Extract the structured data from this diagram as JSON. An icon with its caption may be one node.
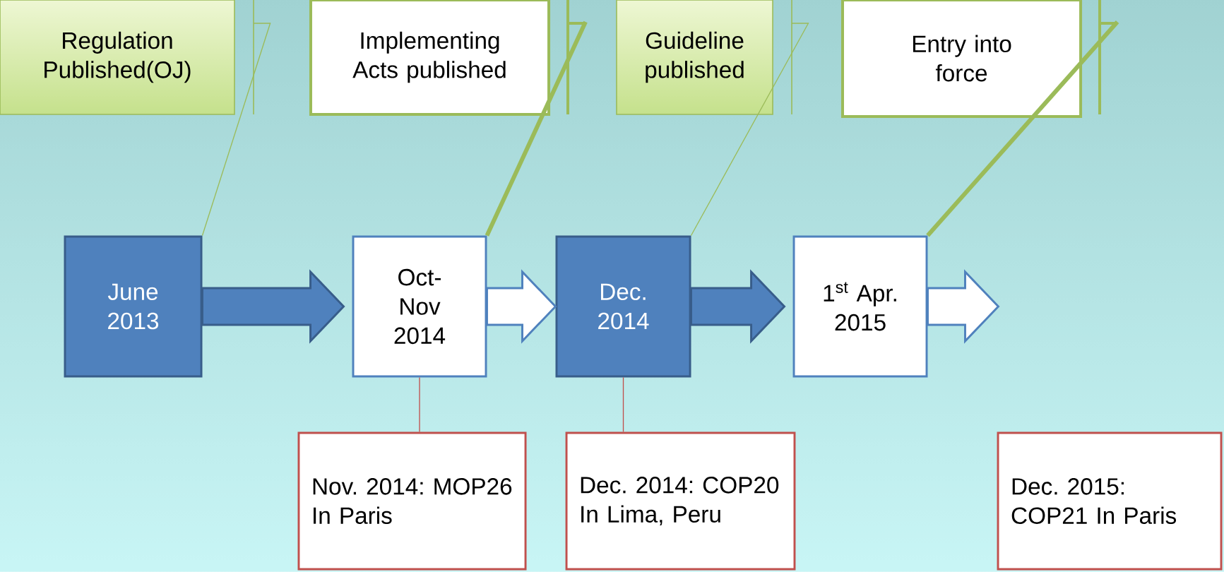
{
  "diagram": {
    "nodes": [
      {
        "text": [
          "Regulation Published(OJ)"
        ]
      },
      {
        "text": [
          "Implementing Acts published"
        ]
      },
      {
        "text": [
          "Guideline published"
        ]
      },
      {
        "text": [
          "Entry into force"
        ]
      },
      {
        "text": [
          "June 2013"
        ]
      },
      {
        "text": [
          "Oct- Nov 2014"
        ]
      },
      {
        "text": [
          "Dec. 2014"
        ]
      },
      {
        "text": [
          "1$^{st}$ Apr. 2015"
        ]
      },
      {
        "text": [
          "Nov. 2014: MOP26 In Paris"
        ]
      },
      {
        "text": [
          "Dec. 2014: COP20 In Lima, Peru"
        ]
      },
      {
        "text": [
          "Dec. 2015: COP21 In Paris"
        ]
      }
    ],
    "edges": [
      {
        "from": 0,
        "to": 4,
        "arrow": "none",
        "color": "#9bbb59"
      },
      {
        "from": 1,
        "to": 5,
        "arrow": "none",
        "style": "thick",
        "color": "#9bbb59"
      },
      {
        "from": 2,
        "to": 6,
        "arrow": "none",
        "color": "#9bbb59"
      },
      {
        "from": 3,
        "to": 7,
        "arrow": "none",
        "style": "thick",
        "color": "#9bbb59"
      },
      {
        "from": 4,
        "to": 5,
        "arrow": "to"
      },
      {
        "from": 5,
        "to": 6,
        "arrow": "to"
      },
      {
        "from": 6,
        "to": 7,
        "arrow": "to"
      },
      {
        "from": 7,
        "to": null,
        "arrow": "to"
      },
      {
        "from": 5,
        "to": 8,
        "arrow": "none",
        "color": "#c0504d"
      },
      {
        "from": 6,
        "to": 9,
        "arrow": "none",
        "color": "#c0504d"
      }
    ]
  }
}
